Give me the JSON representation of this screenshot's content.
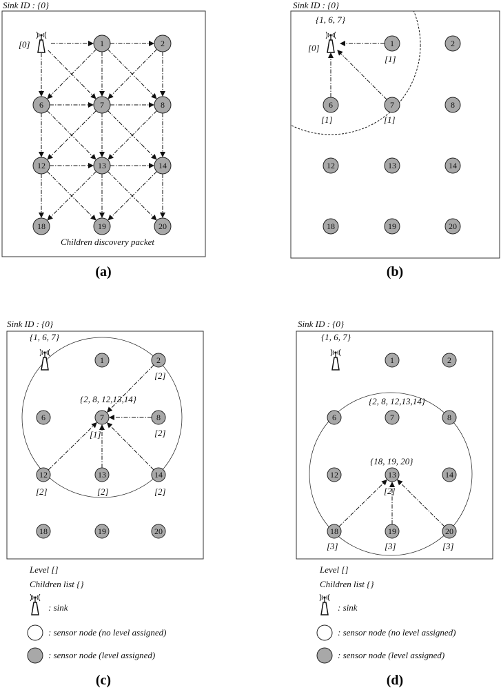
{
  "panels": [
    {
      "id": "a",
      "caption": "(a)",
      "sink_id_label": "Sink ID : {0}",
      "sink_level_label": "[0]",
      "sink_children_label": "",
      "bottom_text": "Children discovery packet",
      "assigned_nodes": [
        "1",
        "2",
        "6",
        "7",
        "8",
        "12",
        "13",
        "14",
        "18",
        "19",
        "20"
      ]
    },
    {
      "id": "b",
      "caption": "(b)",
      "sink_id_label": "Sink ID : {0}",
      "sink_level_label": "[0]",
      "sink_children_label": "{1, 6, 7}",
      "bottom_text": "",
      "assigned_nodes": [
        "1",
        "2",
        "6",
        "7",
        "8",
        "12",
        "13",
        "14",
        "18",
        "19",
        "20"
      ],
      "node_levels": [
        {
          "node": "1",
          "label": "[1]"
        },
        {
          "node": "6",
          "label": "[1]"
        },
        {
          "node": "7",
          "label": "[1]"
        }
      ]
    },
    {
      "id": "c",
      "caption": "(c)",
      "sink_id_label": "Sink ID : {0}",
      "sink_level_label": "",
      "sink_children_label": "{1, 6, 7}",
      "center_children_label": "{2, 8, 12,13,14}",
      "bottom_text": "",
      "assigned_nodes": [
        "1",
        "2",
        "6",
        "7",
        "8",
        "12",
        "13",
        "14",
        "18",
        "19",
        "20"
      ],
      "node_levels": [
        {
          "node": "2",
          "label": "[2]"
        },
        {
          "node": "8",
          "label": "[2]"
        },
        {
          "node": "7",
          "label": "[1]"
        },
        {
          "node": "12",
          "label": "[2]"
        },
        {
          "node": "13",
          "label": "[2]"
        },
        {
          "node": "14",
          "label": "[2]"
        }
      ]
    },
    {
      "id": "d",
      "caption": "(d)",
      "sink_id_label": "Sink ID : {0}",
      "sink_level_label": "",
      "sink_children_label": "{1, 6, 7}",
      "upper_children_label": "{2, 8, 12,13,14}",
      "center_children_label": "{18, 19, 20}",
      "bottom_text": "",
      "assigned_nodes": [
        "1",
        "2",
        "6",
        "7",
        "8",
        "12",
        "13",
        "14",
        "18",
        "19",
        "20"
      ],
      "node_levels": [
        {
          "node": "13",
          "label": "[2]"
        },
        {
          "node": "18",
          "label": "[3]"
        },
        {
          "node": "19",
          "label": "[3]"
        },
        {
          "node": "20",
          "label": "[3]"
        }
      ]
    }
  ],
  "legend": {
    "level_label": "Level []",
    "children_label": "Children list {}",
    "sink_label": ": sink",
    "unassigned_label": ": sensor node (no level assigned)",
    "assigned_label": ": sensor node (level assigned)"
  },
  "colors": {
    "assigned_node": "#a8a8a8",
    "unassigned_node": "#ffffff",
    "stroke": "#222222"
  },
  "icons": {
    "sink": "antenna-sink-icon",
    "arrow": "dash-dot-arrow"
  }
}
